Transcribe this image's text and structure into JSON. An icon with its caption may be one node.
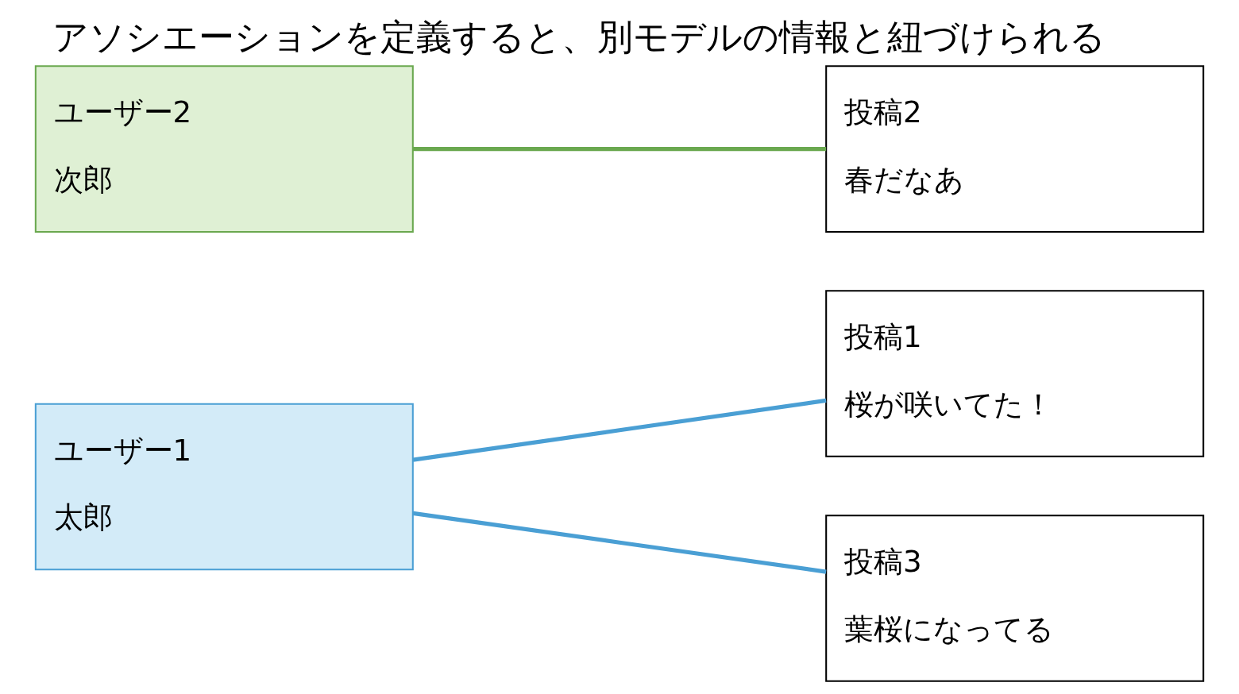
{
  "diagram": {
    "title": "アソシエーションを定義すると、別モデルの情報と紐づけられる",
    "nodes": [
      {
        "text": [
          "ユーザー1",
          "太郎"
        ]
      },
      {
        "text": [
          "ユーザー2",
          "次郎"
        ]
      },
      {
        "text": [
          "投稿1",
          "桜が咲いてた！"
        ]
      },
      {
        "text": [
          "投稿2",
          "春だなあ"
        ]
      },
      {
        "text": [
          "投稿3",
          "葉桜になってる"
        ]
      }
    ],
    "edges": [
      {
        "from": 0,
        "to": 2,
        "arrow": "none"
      },
      {
        "from": 0,
        "to": 4,
        "arrow": "none"
      },
      {
        "from": 1,
        "to": 3,
        "arrow": "none",
        "color": "#6aa84f"
      }
    ]
  }
}
